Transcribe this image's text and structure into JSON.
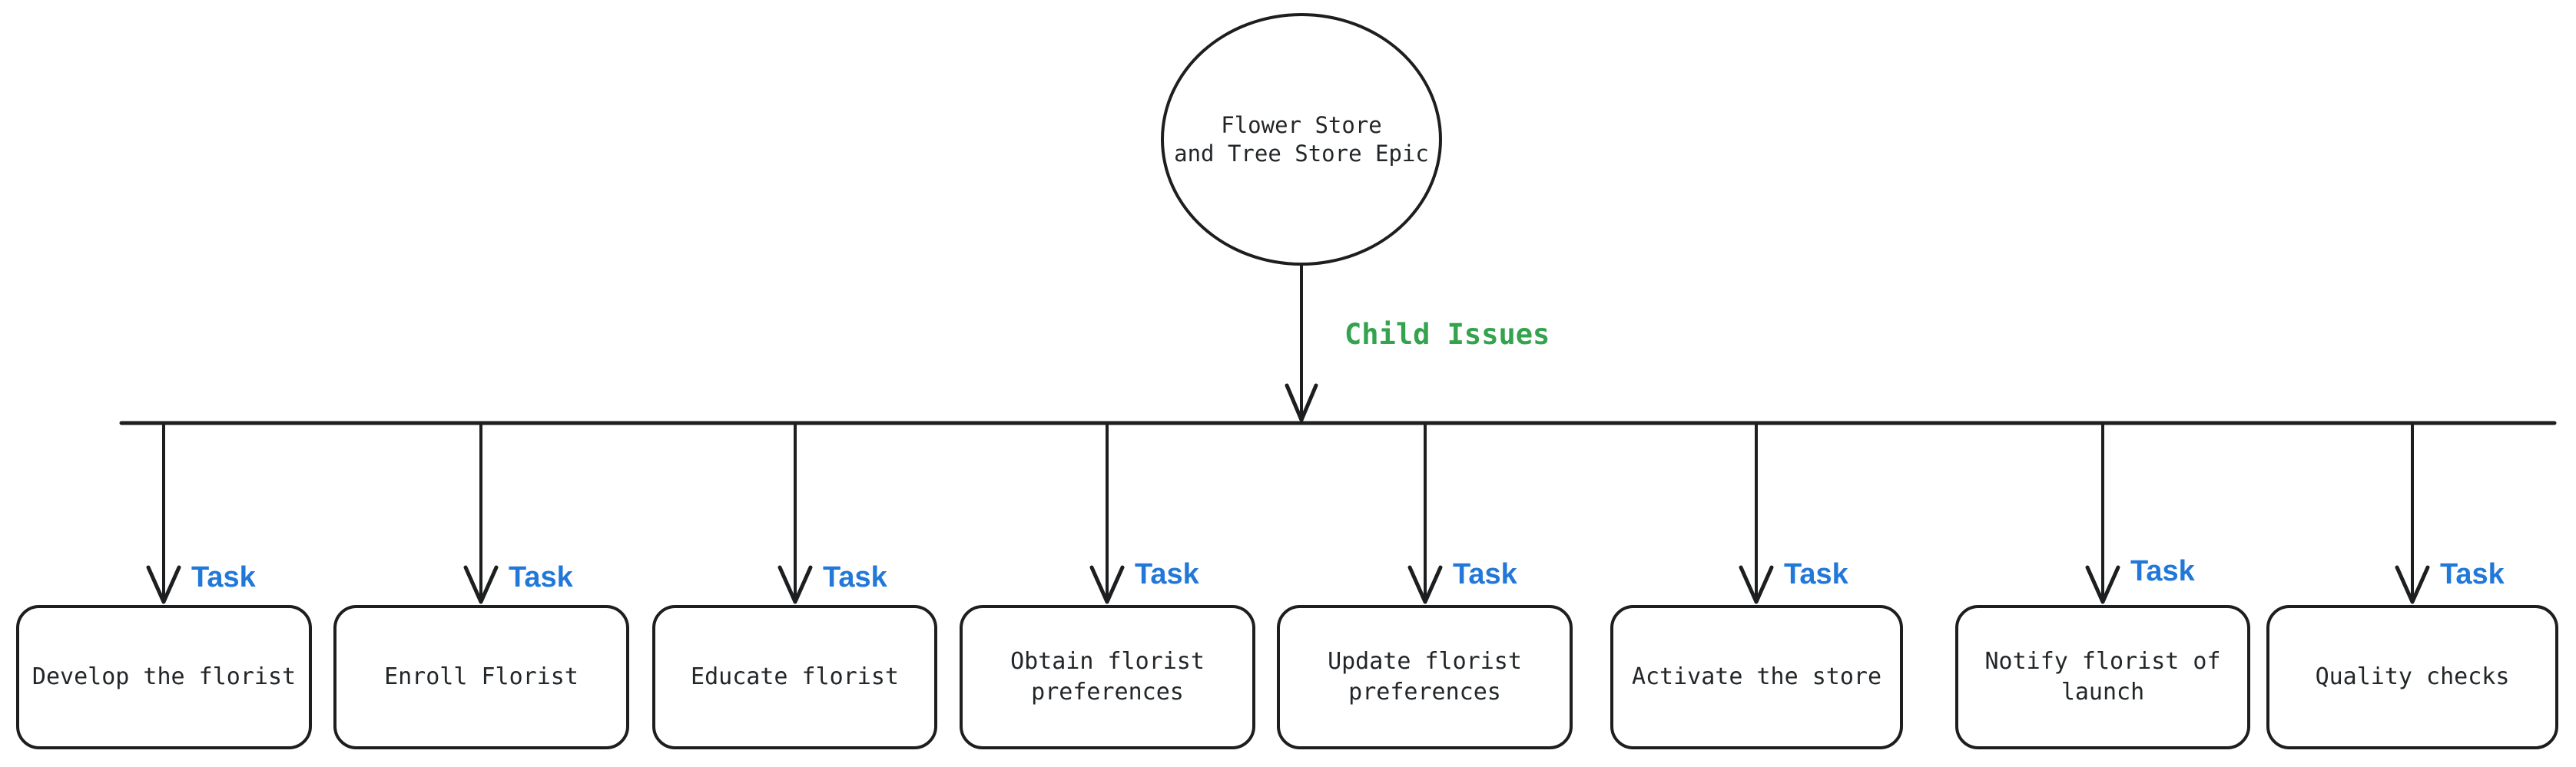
{
  "diagram_type": "issue-hierarchy-flowchart",
  "epic": {
    "line1": "Flower Store",
    "line2": "and Tree Store Epic"
  },
  "edges": {
    "child_issues_label": "Child Issues"
  },
  "tasks": [
    {
      "type": "Task",
      "label": "Develop the florist"
    },
    {
      "type": "Task",
      "label": "Enroll Florist"
    },
    {
      "type": "Task",
      "label": "Educate florist"
    },
    {
      "type": "Task",
      "label": "Obtain florist preferences"
    },
    {
      "type": "Task",
      "label": "Update florist preferences"
    },
    {
      "type": "Task",
      "label": "Activate the store"
    },
    {
      "type": "Task",
      "label": "Notify florist of launch"
    },
    {
      "type": "Task",
      "label": "Quality checks"
    }
  ],
  "colors": {
    "child_issues_label": "#33a34d",
    "task_label": "#2178d8",
    "line": "#1c1e1f",
    "background": "#ffffff"
  }
}
